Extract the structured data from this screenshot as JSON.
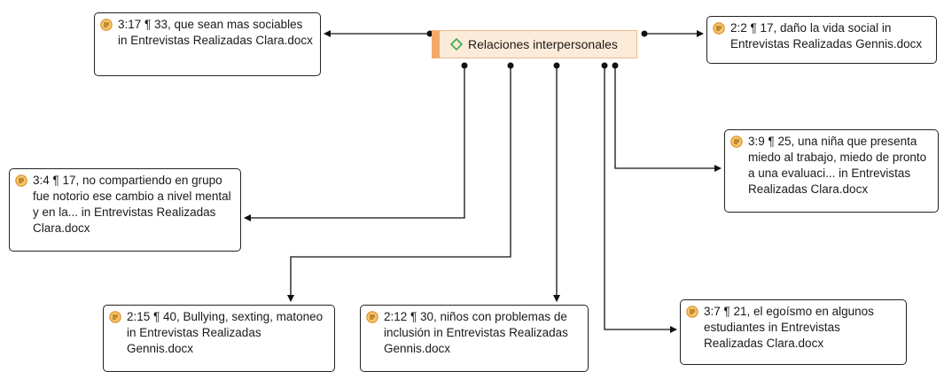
{
  "code": {
    "label": "Relaciones interpersonales",
    "icon": "code-diamond-icon"
  },
  "quotations": [
    {
      "id": "q1",
      "text": "3:17 ¶ 33, que sean mas sociables in Entrevistas Realizadas Clara.docx"
    },
    {
      "id": "q2",
      "text": "2:2 ¶ 17, daño la vida social in Entrevistas Realizadas Gennis.docx"
    },
    {
      "id": "q3",
      "text": "3:9 ¶ 25, una niña que presenta miedo al trabajo, miedo de pronto a una evaluaci... in Entrevistas Realizadas Clara.docx"
    },
    {
      "id": "q4",
      "text": "3:4 ¶ 17, no compartiendo en grupo fue notorio ese cambio a nivel mental y en la... in Entrevistas Realizadas Clara.docx"
    },
    {
      "id": "q5",
      "text": "2:15 ¶ 40, Bullying, sexting, matoneo in Entrevistas Realizadas Gennis.docx"
    },
    {
      "id": "q6",
      "text": "2:12 ¶ 30, niños con problemas de inclusión in Entrevistas Realizadas Gennis.docx"
    },
    {
      "id": "q7",
      "text": "3:7 ¶ 21, el egoísmo en algunos estudiantes in Entrevistas Realizadas Clara.docx"
    }
  ],
  "colors": {
    "code_fill": "#fdebd9",
    "code_accent": "#f4a86a",
    "code_icon": "#3aa84a",
    "quote_icon": "#f0a030"
  }
}
